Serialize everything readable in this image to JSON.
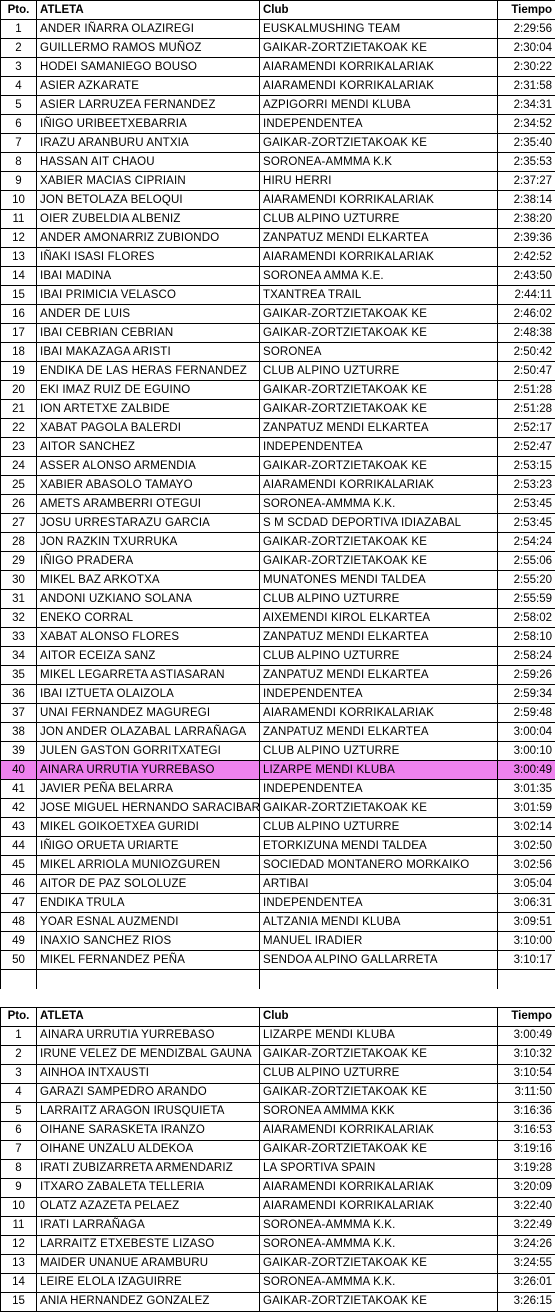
{
  "headers": {
    "pos": "Pto.",
    "athlete": "ATLETA",
    "club": "Club",
    "time": "Tiempo"
  },
  "men": [
    {
      "pos": "1",
      "name": "ANDER IÑARRA OLAZIREGI",
      "club": "EUSKALMUSHING TEAM",
      "time": "2:29:56"
    },
    {
      "pos": "2",
      "name": "GUILLERMO RAMOS MUÑOZ",
      "club": "GAIKAR-ZORTZIETAKOAK KE",
      "time": "2:30:04"
    },
    {
      "pos": "3",
      "name": "HODEI SAMANIEGO BOUSO",
      "club": "AIARAMENDI KORRIKALARIAK",
      "time": "2:30:22"
    },
    {
      "pos": "4",
      "name": "ASIER AZKARATE",
      "club": "AIARAMENDI KORRIKALARIAK",
      "time": "2:31:58"
    },
    {
      "pos": "5",
      "name": "ASIER LARRUZEA FERNANDEZ",
      "club": "AZPIGORRI MENDI KLUBA",
      "time": "2:34:31"
    },
    {
      "pos": "6",
      "name": "IÑIGO URIBEETXEBARRIA",
      "club": "INDEPENDENTEA",
      "time": "2:34:52"
    },
    {
      "pos": "7",
      "name": "IRAZU ARANBURU ANTXIA",
      "club": "GAIKAR-ZORTZIETAKOAK KE",
      "time": "2:35:40"
    },
    {
      "pos": "8",
      "name": "HASSAN AIT CHAOU",
      "club": "SORONEA-AMMMA K.K",
      "time": "2:35:53"
    },
    {
      "pos": "9",
      "name": "XABIER MACIAS CIPRIAIN",
      "club": "HIRU HERRI",
      "time": "2:37:27"
    },
    {
      "pos": "10",
      "name": "JON BETOLAZA BELOQUI",
      "club": "AIARAMENDI KORRIKALARIAK",
      "time": "2:38:14"
    },
    {
      "pos": "11",
      "name": "OIER ZUBELDIA ALBENIZ",
      "club": "CLUB ALPINO UZTURRE",
      "time": "2:38:20"
    },
    {
      "pos": "12",
      "name": "ANDER AMONARRIZ ZUBIONDO",
      "club": "ZANPATUZ MENDI ELKARTEA",
      "time": "2:39:36"
    },
    {
      "pos": "13",
      "name": "IÑAKI ISASI FLORES",
      "club": "AIARAMENDI KORRIKALARIAK",
      "time": "2:42:52"
    },
    {
      "pos": "14",
      "name": "IBAI MADINA",
      "club": "SORONEA AMMA K.E.",
      "time": "2:43:50"
    },
    {
      "pos": "15",
      "name": "IBAI PRIMICIA VELASCO",
      "club": "TXANTREA TRAIL",
      "time": "2:44:11"
    },
    {
      "pos": "16",
      "name": "ANDER DE LUIS",
      "club": "GAIKAR-ZORTZIETAKOAK KE",
      "time": "2:46:02"
    },
    {
      "pos": "17",
      "name": "IBAI CEBRIAN CEBRIAN",
      "club": "GAIKAR-ZORTZIETAKOAK KE",
      "time": "2:48:38"
    },
    {
      "pos": "18",
      "name": "IBAI MAKAZAGA ARISTI",
      "club": "SORONEA",
      "time": "2:50:42"
    },
    {
      "pos": "19",
      "name": "ENDIKA DE LAS HERAS FERNANDEZ",
      "club": "CLUB ALPINO UZTURRE",
      "time": "2:50:47"
    },
    {
      "pos": "20",
      "name": "EKI IMAZ RUIZ DE EGUINO",
      "club": "GAIKAR-ZORTZIETAKOAK KE",
      "time": "2:51:28"
    },
    {
      "pos": "21",
      "name": "ION ARTETXE ZALBIDE",
      "club": "GAIKAR-ZORTZIETAKOAK KE",
      "time": "2:51:28"
    },
    {
      "pos": "22",
      "name": "XABAT PAGOLA BALERDI",
      "club": "ZANPATUZ MENDI ELKARTEA",
      "time": "2:52:17"
    },
    {
      "pos": "23",
      "name": "AITOR SANCHEZ",
      "club": "INDEPENDENTEA",
      "time": "2:52:47"
    },
    {
      "pos": "24",
      "name": "ASSER ALONSO ARMENDIA",
      "club": "GAIKAR-ZORTZIETAKOAK KE",
      "time": "2:53:15"
    },
    {
      "pos": "25",
      "name": "XABIER ABASOLO TAMAYO",
      "club": "AIARAMENDI KORRIKALARIAK",
      "time": "2:53:23"
    },
    {
      "pos": "26",
      "name": "AMETS ARAMBERRI OTEGUI",
      "club": "SORONEA-AMMMA K.K.",
      "time": "2:53:45"
    },
    {
      "pos": "27",
      "name": "JOSU URRESTARAZU GARCIA",
      "club": "S M SCDAD DEPORTIVA IDIAZABAL",
      "time": "2:53:45"
    },
    {
      "pos": "28",
      "name": "JON RAZKIN TXURRUKA",
      "club": "GAIKAR-ZORTZIETAKOAK KE",
      "time": "2:54:24"
    },
    {
      "pos": "29",
      "name": "IÑIGO PRADERA",
      "club": "GAIKAR-ZORTZIETAKOAK KE",
      "time": "2:55:06"
    },
    {
      "pos": "30",
      "name": "MIKEL BAZ ARKOTXA",
      "club": "MUNATONES MENDI TALDEA",
      "time": "2:55:20"
    },
    {
      "pos": "31",
      "name": "ANDONI UZKIANO SOLANA",
      "club": "CLUB ALPINO UZTURRE",
      "time": "2:55:59"
    },
    {
      "pos": "32",
      "name": "ENEKO CORRAL",
      "club": "AIXEMENDI KIROL ELKARTEA",
      "time": "2:58:02"
    },
    {
      "pos": "33",
      "name": "XABAT ALONSO FLORES",
      "club": "ZANPATUZ MENDI ELKARTEA",
      "time": "2:58:10"
    },
    {
      "pos": "34",
      "name": "AITOR ECEIZA SANZ",
      "club": "CLUB ALPINO UZTURRE",
      "time": "2:58:24"
    },
    {
      "pos": "35",
      "name": "MIKEL LEGARRETA ASTIASARAN",
      "club": "ZANPATUZ MENDI ELKARTEA",
      "time": "2:59:26"
    },
    {
      "pos": "36",
      "name": "IBAI IZTUETA OLAIZOLA",
      "club": "INDEPENDENTEA",
      "time": "2:59:34"
    },
    {
      "pos": "37",
      "name": "UNAI FERNANDEZ MAGUREGI",
      "club": "AIARAMENDI KORRIKALARIAK",
      "time": "2:59:48"
    },
    {
      "pos": "38",
      "name": "JON ANDER OLAZABAL LARRAÑAGA",
      "club": "ZANPATUZ MENDI ELKARTEA",
      "time": "3:00:04"
    },
    {
      "pos": "39",
      "name": "JULEN GASTON GORRITXATEGI",
      "club": "CLUB ALPINO UZTURRE",
      "time": "3:00:10"
    },
    {
      "pos": "40",
      "name": "AINARA URRUTIA YURREBASO",
      "club": "LIZARPE MENDI KLUBA",
      "time": "3:00:49",
      "highlight": true
    },
    {
      "pos": "41",
      "name": "JAVIER PEÑA BELARRA",
      "club": "INDEPENDENTEA",
      "time": "3:01:35"
    },
    {
      "pos": "42",
      "name": "JOSE MIGUEL HERNANDO SARACIBAR",
      "club": "GAIKAR-ZORTZIETAKOAK KE",
      "time": "3:01:59"
    },
    {
      "pos": "43",
      "name": "MIKEL GOIKOETXEA GURIDI",
      "club": "CLUB ALPINO UZTURRE",
      "time": "3:02:14"
    },
    {
      "pos": "44",
      "name": "IÑIGO ORUETA URIARTE",
      "club": "ETORKIZUNA MENDI TALDEA",
      "time": "3:02:50"
    },
    {
      "pos": "45",
      "name": "MIKEL ARRIOLA MUNIOZGUREN",
      "club": "SOCIEDAD MONTANERO MORKAIKO",
      "time": "3:02:56"
    },
    {
      "pos": "46",
      "name": "AITOR DE PAZ SOLOLUZE",
      "club": "ARTIBAI",
      "time": "3:05:04"
    },
    {
      "pos": "47",
      "name": "ENDIKA TRULA",
      "club": "INDEPENDENTEA",
      "time": "3:06:31"
    },
    {
      "pos": "48",
      "name": "YOAR ESNAL AUZMENDI",
      "club": "ALTZANIA MENDI KLUBA",
      "time": "3:09:51"
    },
    {
      "pos": "49",
      "name": "INAXIO SANCHEZ RIOS",
      "club": "MANUEL IRADIER",
      "time": "3:10:00"
    },
    {
      "pos": "50",
      "name": "MIKEL FERNANDEZ PEÑA",
      "club": "SENDOA ALPINO GALLARRETA",
      "time": "3:10:17"
    }
  ],
  "women": [
    {
      "pos": "1",
      "name": "AINARA URRUTIA YURREBASO",
      "club": "LIZARPE MENDI KLUBA",
      "time": "3:00:49"
    },
    {
      "pos": "2",
      "name": "IRUNE VELEZ DE MENDIZBAL GAUNA",
      "club": "GAIKAR-ZORTZIETAKOAK KE",
      "time": "3:10:32"
    },
    {
      "pos": "3",
      "name": "AINHOA INTXAUSTI",
      "club": "CLUB ALPINO UZTURRE",
      "time": "3:10:54"
    },
    {
      "pos": "4",
      "name": "GARAZI SAMPEDRO ARANDO",
      "club": "GAIKAR-ZORTZIETAKOAK KE",
      "time": "3:11:50"
    },
    {
      "pos": "5",
      "name": "LARRAITZ ARAGON IRUSQUIETA",
      "club": "SORONEA AMMMA KKK",
      "time": "3:16:36"
    },
    {
      "pos": "6",
      "name": "OIHANE SARASKETA IRANZO",
      "club": "AIARAMENDI KORRIKALARIAK",
      "time": "3:16:53"
    },
    {
      "pos": "7",
      "name": "OIHANE UNZALU ALDEKOA",
      "club": "GAIKAR-ZORTZIETAKOAK KE",
      "time": "3:19:16"
    },
    {
      "pos": "8",
      "name": "IRATI ZUBIZARRETA ARMENDARIZ",
      "club": "LA SPORTIVA SPAIN",
      "time": "3:19:28"
    },
    {
      "pos": "9",
      "name": "ITXARO ZABALETA TELLERIA",
      "club": "AIARAMENDI KORRIKALARIAK",
      "time": "3:20:09"
    },
    {
      "pos": "10",
      "name": "OLATZ AZAZETA PELAEZ",
      "club": "AIARAMENDI KORRIKALARIAK",
      "time": "3:22:40"
    },
    {
      "pos": "11",
      "name": "IRATI LARRAÑAGA",
      "club": "SORONEA-AMMMA K.K.",
      "time": "3:22:49"
    },
    {
      "pos": "12",
      "name": "LARRAITZ ETXEBESTE LIZASO",
      "club": "SORONEA-AMMMA K.K.",
      "time": "3:24:26"
    },
    {
      "pos": "13",
      "name": "MAIDER UNANUE ARAMBURU",
      "club": "GAIKAR-ZORTZIETAKOAK KE",
      "time": "3:24:55"
    },
    {
      "pos": "14",
      "name": "LEIRE ELOLA IZAGUIRRE",
      "club": "SORONEA-AMMMA K.K.",
      "time": "3:26:01"
    },
    {
      "pos": "15",
      "name": "ANIA HERNANDEZ GONZALEZ",
      "club": "GAIKAR-ZORTZIETAKOAK KE",
      "time": "3:26:15"
    }
  ]
}
